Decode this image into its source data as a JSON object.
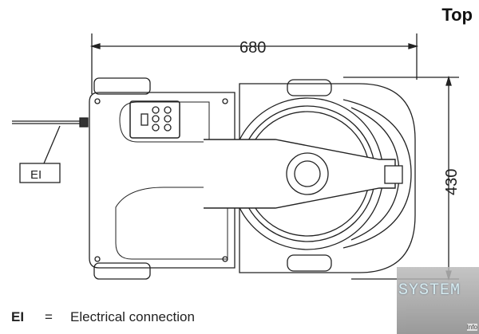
{
  "view_title": "Top",
  "dimensions": {
    "width": "680",
    "depth": "430"
  },
  "callout_label": "EI",
  "legend": {
    "code": "EI",
    "equals": "=",
    "description": "Electrical connection"
  },
  "watermark": {
    "text": "SYSTEM",
    "sub": "Info"
  }
}
